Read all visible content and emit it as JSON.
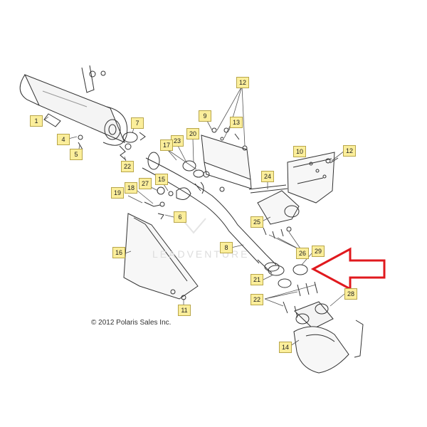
{
  "copyright": "© 2012 Polaris Sales Inc.",
  "watermark": "LEADVENTURE",
  "callouts": [
    {
      "id": "c1",
      "label": "1"
    },
    {
      "id": "c4",
      "label": "4"
    },
    {
      "id": "c5",
      "label": "5"
    },
    {
      "id": "c7",
      "label": "7"
    },
    {
      "id": "c22a",
      "label": "22"
    },
    {
      "id": "c9",
      "label": "9"
    },
    {
      "id": "c12a",
      "label": "12"
    },
    {
      "id": "c13",
      "label": "13"
    },
    {
      "id": "c20",
      "label": "20"
    },
    {
      "id": "c23",
      "label": "23"
    },
    {
      "id": "c17",
      "label": "17"
    },
    {
      "id": "c10",
      "label": "10"
    },
    {
      "id": "c12b",
      "label": "12"
    },
    {
      "id": "c24",
      "label": "24"
    },
    {
      "id": "c18",
      "label": "18"
    },
    {
      "id": "c27",
      "label": "27"
    },
    {
      "id": "c15",
      "label": "15"
    },
    {
      "id": "c19",
      "label": "19"
    },
    {
      "id": "c6",
      "label": "6"
    },
    {
      "id": "c25",
      "label": "25"
    },
    {
      "id": "c16",
      "label": "16"
    },
    {
      "id": "c8",
      "label": "8"
    },
    {
      "id": "c26",
      "label": "26"
    },
    {
      "id": "c29",
      "label": "29"
    },
    {
      "id": "c21",
      "label": "21"
    },
    {
      "id": "c22b",
      "label": "22"
    },
    {
      "id": "c28",
      "label": "28"
    },
    {
      "id": "c11",
      "label": "11"
    },
    {
      "id": "c14",
      "label": "14"
    }
  ],
  "colors": {
    "callout_fill": "#fbee9b",
    "arrow": "#e0191e",
    "line": "#333333"
  }
}
